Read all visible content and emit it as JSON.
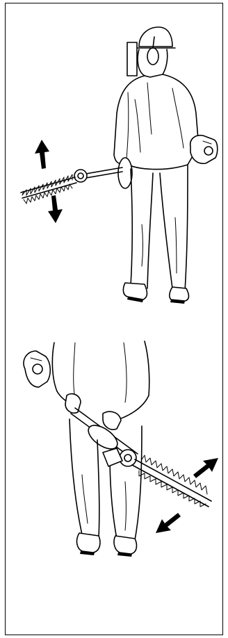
{
  "figures": [
    {
      "id": "figure-top",
      "subject": "operator-side-cutting",
      "icons": [
        "helmet-with-visor-icon",
        "ear-muffs-icon",
        "engine-unit-icon",
        "hedge-cutter-blade-icon",
        "arrow-up-icon",
        "arrow-down-icon",
        "boot-icon"
      ]
    },
    {
      "id": "figure-bottom",
      "subject": "operator-low-cutting",
      "icons": [
        "engine-unit-icon",
        "handle-grip-icon",
        "gear-head-icon",
        "hedge-cutter-blade-icon",
        "arrow-up-right-icon",
        "arrow-down-left-icon",
        "boot-icon"
      ]
    }
  ]
}
